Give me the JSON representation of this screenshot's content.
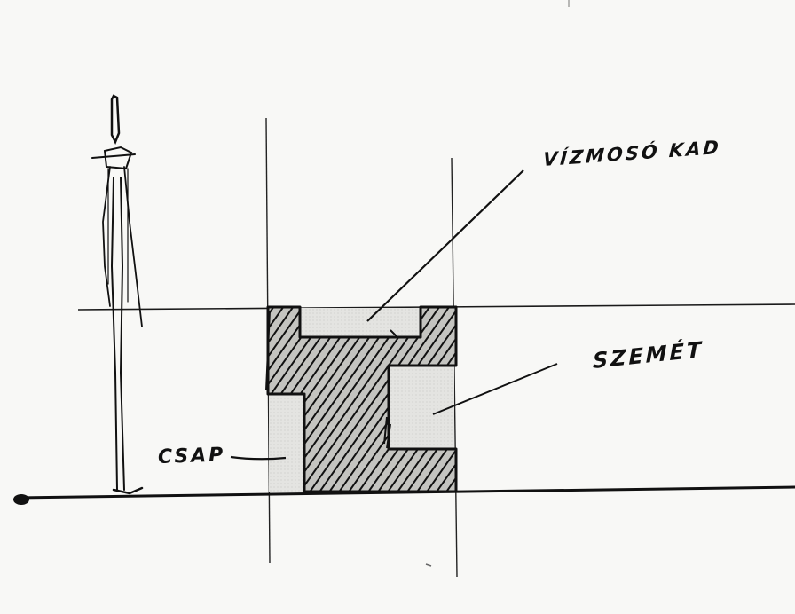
{
  "labels": {
    "wash_basin": "VÍZMOSÓ KAD",
    "rubbish": "SZEMÉT",
    "tap": "CSAP"
  },
  "colors": {
    "ink": "#111111",
    "paper": "#f8f8f6",
    "light_fill": "#e2e2df",
    "hatch_bg": "#c8c8c4"
  }
}
